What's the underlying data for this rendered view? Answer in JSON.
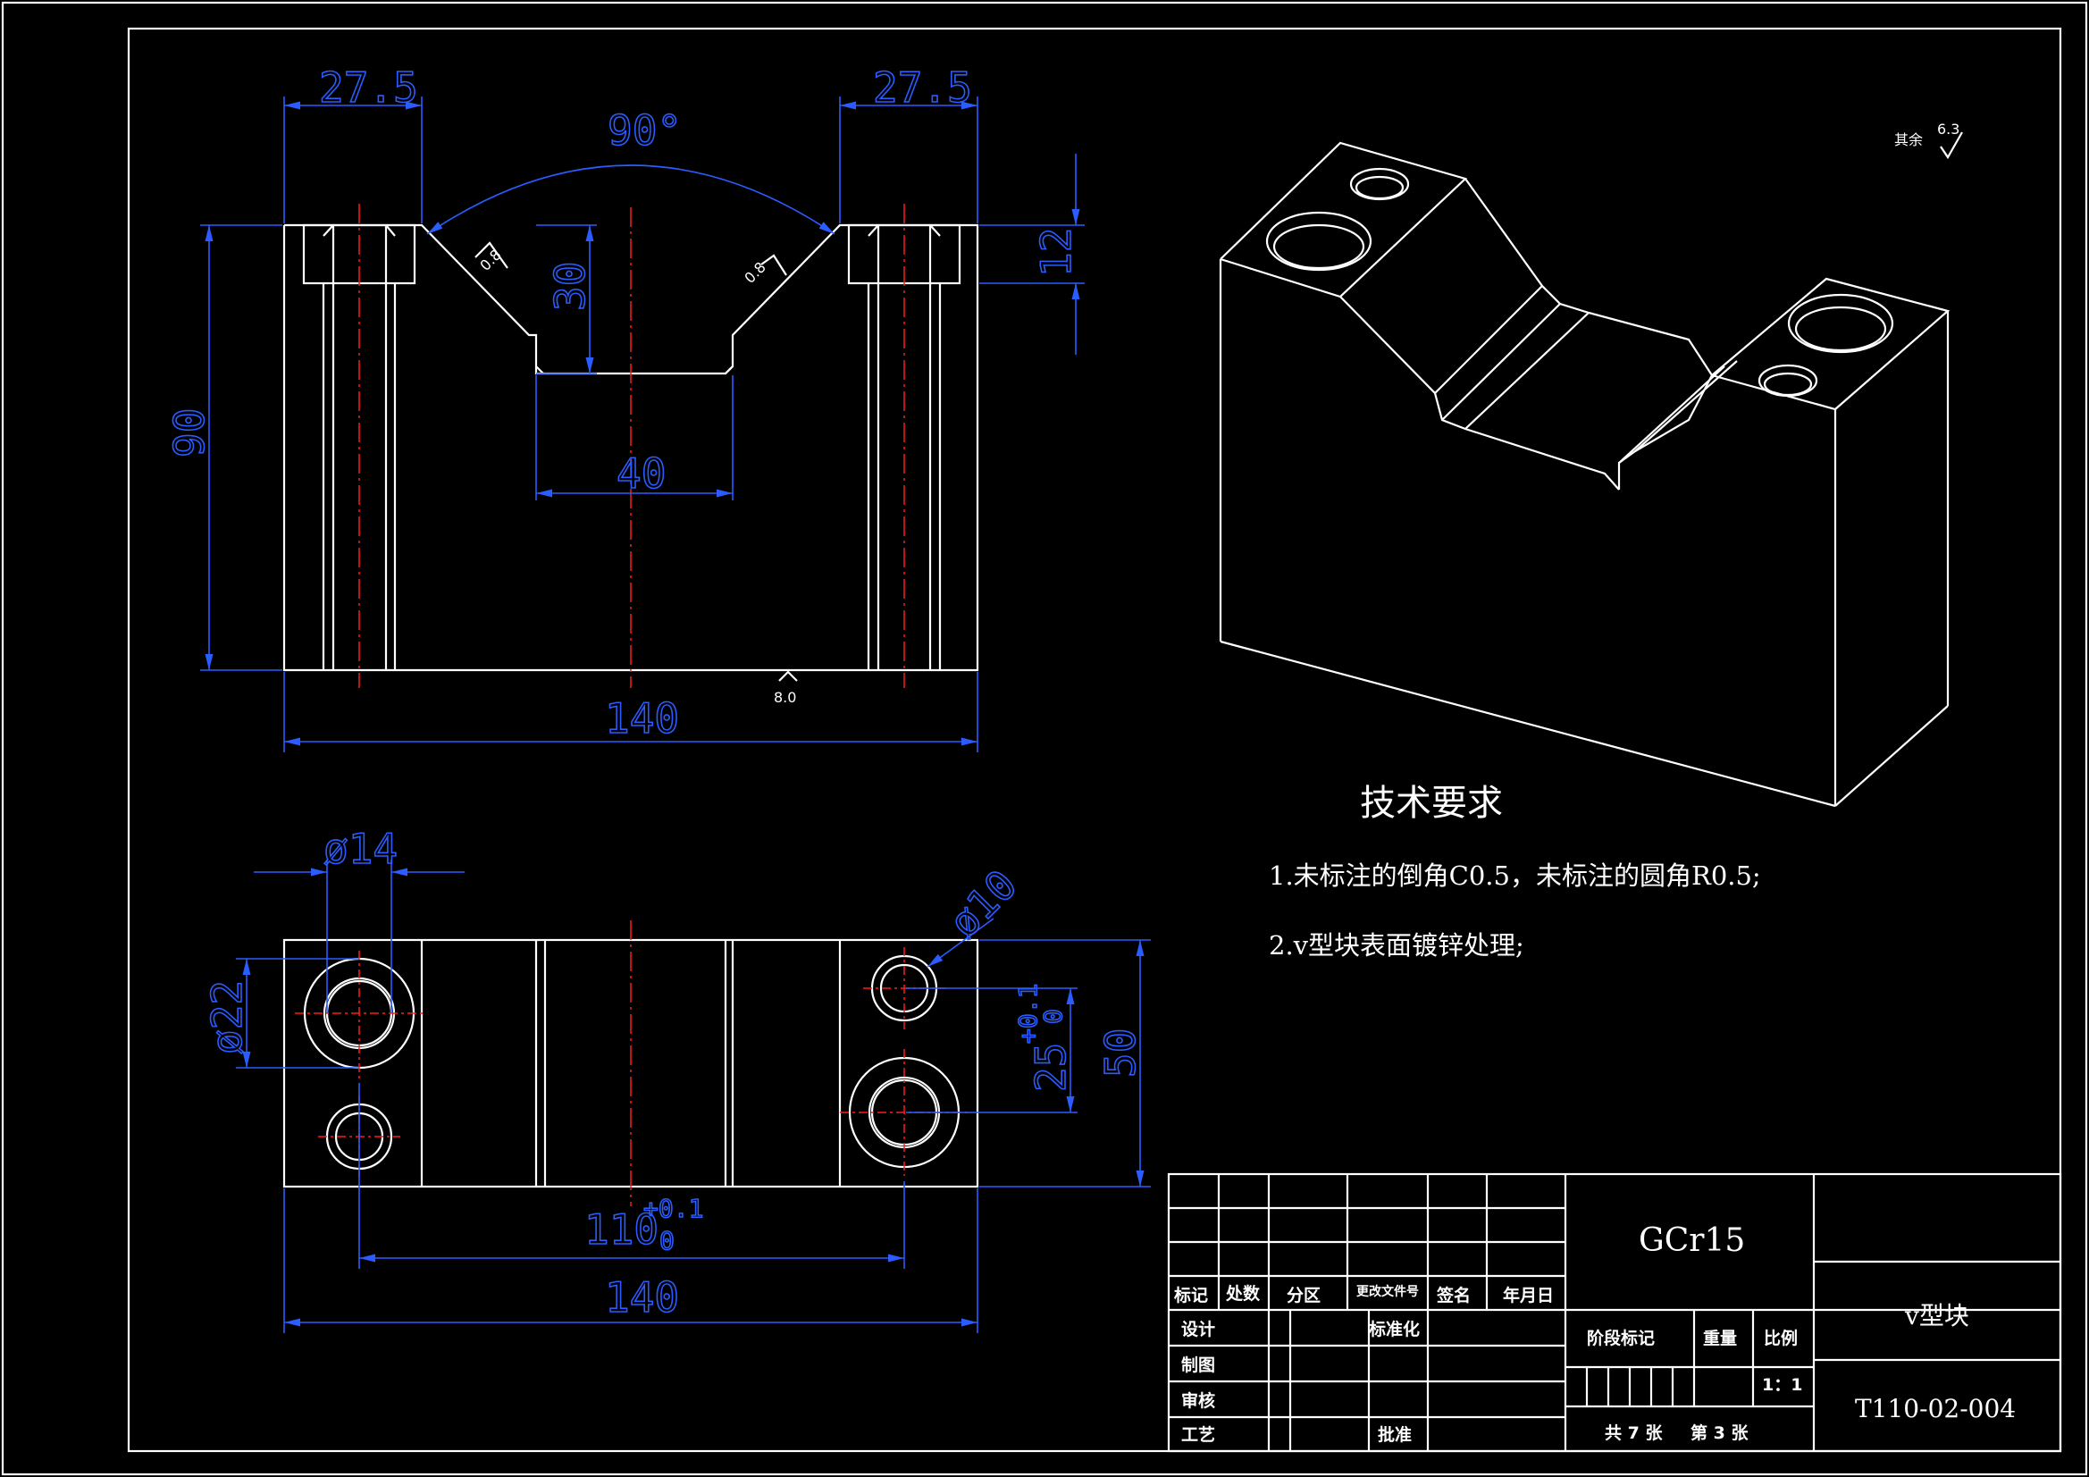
{
  "front_view": {
    "dim_left_width": "27.5",
    "dim_right_width": "27.5",
    "dim_angle": "90°",
    "dim_depth": "30",
    "dim_top_height": "12",
    "dim_total_height": "90",
    "dim_bottom_width": "40",
    "dim_total_width": "140",
    "roughness_left": "0.8",
    "roughness_right": "0.8",
    "roughness_bottom": "8.0"
  },
  "top_view": {
    "dim_counterbore_dia": "ø14",
    "dim_outer_dia": "ø22",
    "dim_hole_dia": "ø10",
    "dim_hole_spacing": "25",
    "dim_hole_spacing_tol_upper": "+0.1",
    "dim_hole_spacing_tol_lower": "0",
    "dim_depth": "50",
    "dim_center_distance": "110",
    "dim_center_tol_upper": "+0.1",
    "dim_center_tol_lower": "0",
    "dim_total_width": "140"
  },
  "roughness_note": {
    "label": "其余",
    "value": "6.3"
  },
  "requirements": {
    "title": "技术要求",
    "items": [
      "1.未标注的倒角C0.5，未标注的圆角R0.5;",
      "2.v型块表面镀锌处理;"
    ]
  },
  "title_block": {
    "material": "GCr15",
    "part_name": "v型块",
    "drawing_number": "T110-02-004",
    "headers": [
      "标记",
      "处数",
      "分区",
      "更改文件号",
      "签名",
      "年月日"
    ],
    "roles": [
      "设计",
      "制图",
      "审核",
      "工艺"
    ],
    "standardize": "标准化",
    "approve": "批准",
    "stage_mark": "阶段标记",
    "weight": "重量",
    "scale_label": "比例",
    "scale_value": "1：1",
    "sheet_total": "共 7 张",
    "sheet_current": "第 3 张"
  }
}
